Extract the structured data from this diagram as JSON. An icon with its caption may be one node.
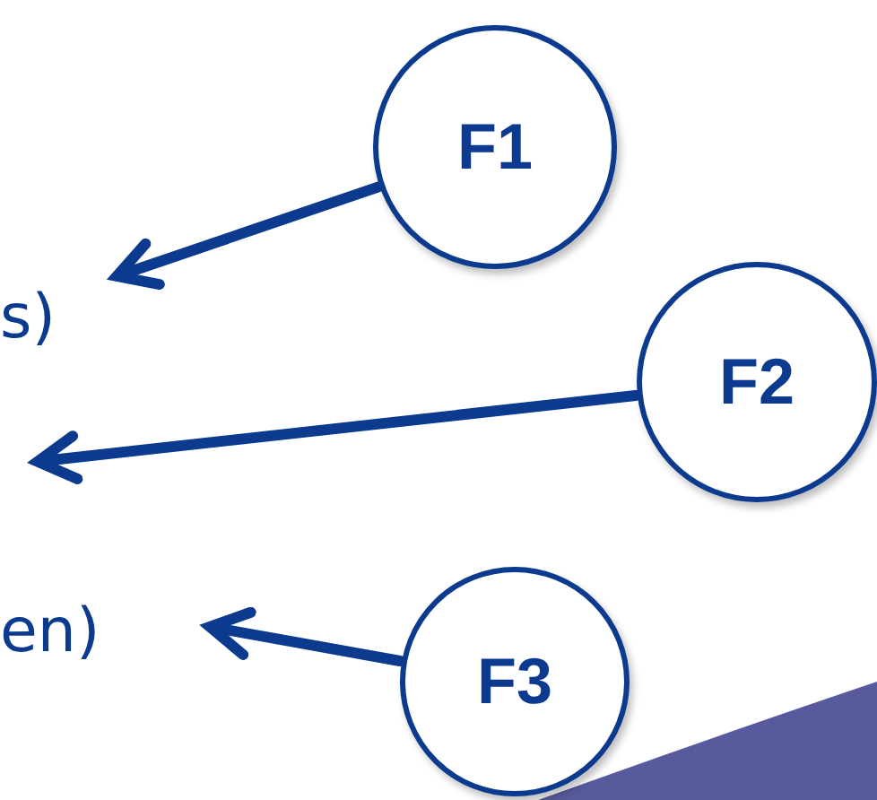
{
  "diagram": {
    "nodes": [
      {
        "text": [
          "F1"
        ]
      },
      {
        "text": [
          "F2"
        ]
      },
      {
        "text": [
          "F3"
        ]
      }
    ],
    "edges": [
      {
        "from": 0,
        "to": null,
        "arrow": "to"
      },
      {
        "from": 1,
        "to": null,
        "arrow": "to"
      },
      {
        "from": 2,
        "to": null,
        "arrow": "to"
      }
    ],
    "labels": [
      "s)",
      "en)"
    ]
  }
}
